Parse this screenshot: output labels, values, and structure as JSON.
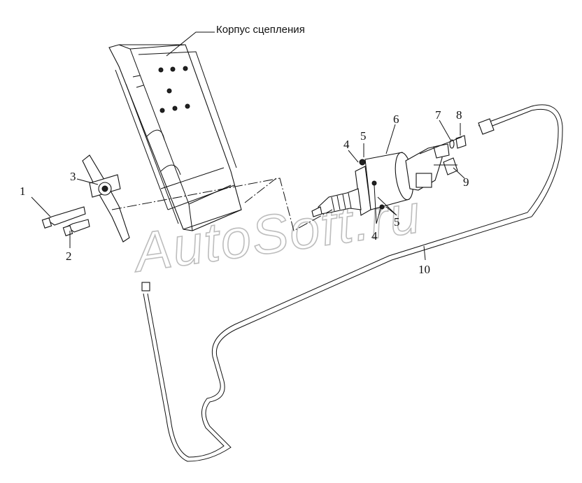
{
  "title": "Корпус сцепления",
  "watermark": "AutoSoft.ru",
  "callouts": [
    "1",
    "2",
    "3",
    "4",
    "5",
    "6",
    "7",
    "8",
    "9",
    "10",
    "4",
    "5"
  ]
}
